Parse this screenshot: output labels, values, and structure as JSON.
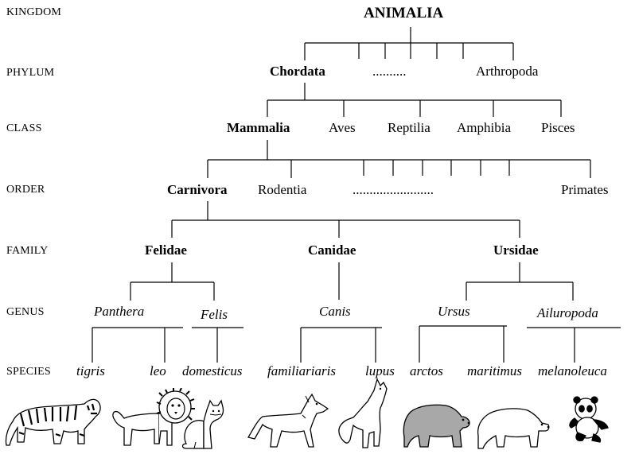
{
  "ranks": {
    "kingdom": "KINGDOM",
    "phylum": "PHYLUM",
    "class": "CLASS",
    "order": "ORDER",
    "family": "FAMILY",
    "genus": "GENUS",
    "species": "SPECIES"
  },
  "kingdom": "ANIMALIA",
  "phyla": {
    "chordata": "Chordata",
    "dots": "..........",
    "arthropoda": "Arthropoda"
  },
  "classes": {
    "mammalia": "Mammalia",
    "aves": "Aves",
    "reptilia": "Reptilia",
    "amphibia": "Amphibia",
    "pisces": "Pisces"
  },
  "orders": {
    "carnivora": "Carnivora",
    "rodentia": "Rodentia",
    "dots": "........................",
    "primates": "Primates"
  },
  "families": {
    "felidae": "Felidae",
    "canidae": "Canidae",
    "ursidae": "Ursidae"
  },
  "genera": {
    "panthera": "Panthera",
    "felis": "Felis",
    "canis": "Canis",
    "ursus": "Ursus",
    "ailuropoda": "Ailuropoda"
  },
  "species": {
    "tigris": "tigris",
    "leo": "leo",
    "domesticus": "domesticus",
    "familiariaris": "familiariaris",
    "lupus": "lupus",
    "arctos": "arctos",
    "maritimus": "maritimus",
    "melanoleuca": "melanoleuca"
  },
  "animals": [
    "tiger-icon",
    "lion-icon",
    "cat-icon",
    "dog-icon",
    "wolf-icon",
    "brown-bear-icon",
    "polar-bear-icon",
    "panda-icon"
  ],
  "colors": {
    "line": "#000000",
    "brown_bear_fill": "#a8a8a8"
  }
}
